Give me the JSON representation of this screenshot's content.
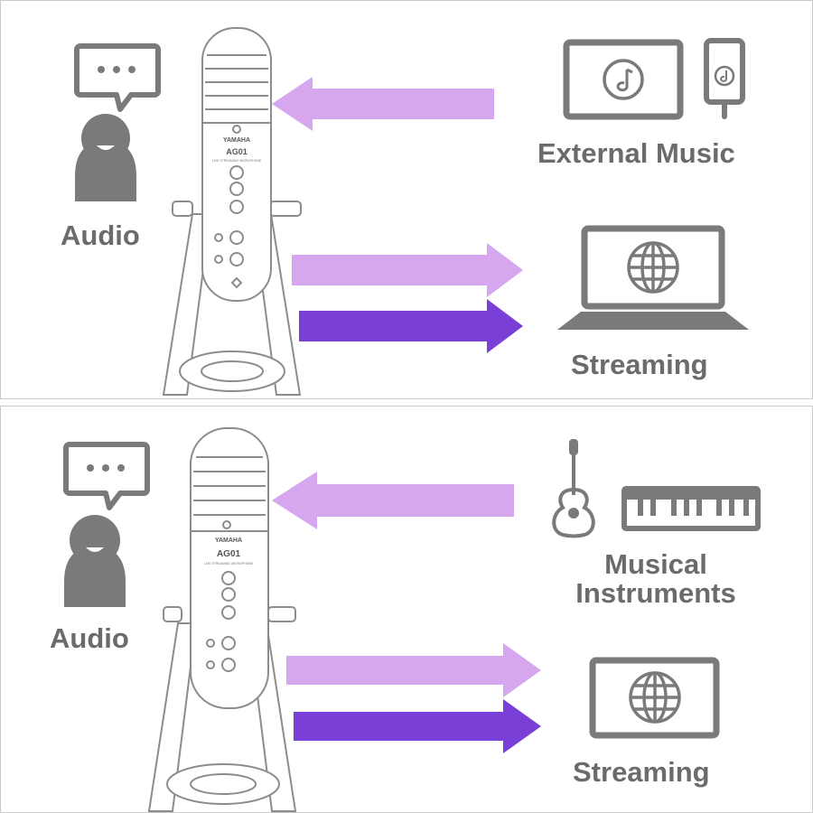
{
  "panels": [
    {
      "audio_label": "Audio",
      "source_label": "External Music",
      "output_label": "Streaming",
      "mic": {
        "brand": "YAMAHA",
        "model": "AG01",
        "subtitle": "LIVE STREAMING MICROPHONE"
      }
    },
    {
      "audio_label": "Audio",
      "source_label_line1": "Musical",
      "source_label_line2": "Instruments",
      "output_label": "Streaming",
      "mic": {
        "brand": "YAMAHA",
        "model": "AG01",
        "subtitle": "LIVE STREAMING MICROPHONE"
      }
    }
  ],
  "colors": {
    "icon_gray": "#7a7a7a",
    "text_gray": "#6b6b6b",
    "arrow_light": "#d6a6ee",
    "arrow_dark": "#7a3fd6"
  }
}
